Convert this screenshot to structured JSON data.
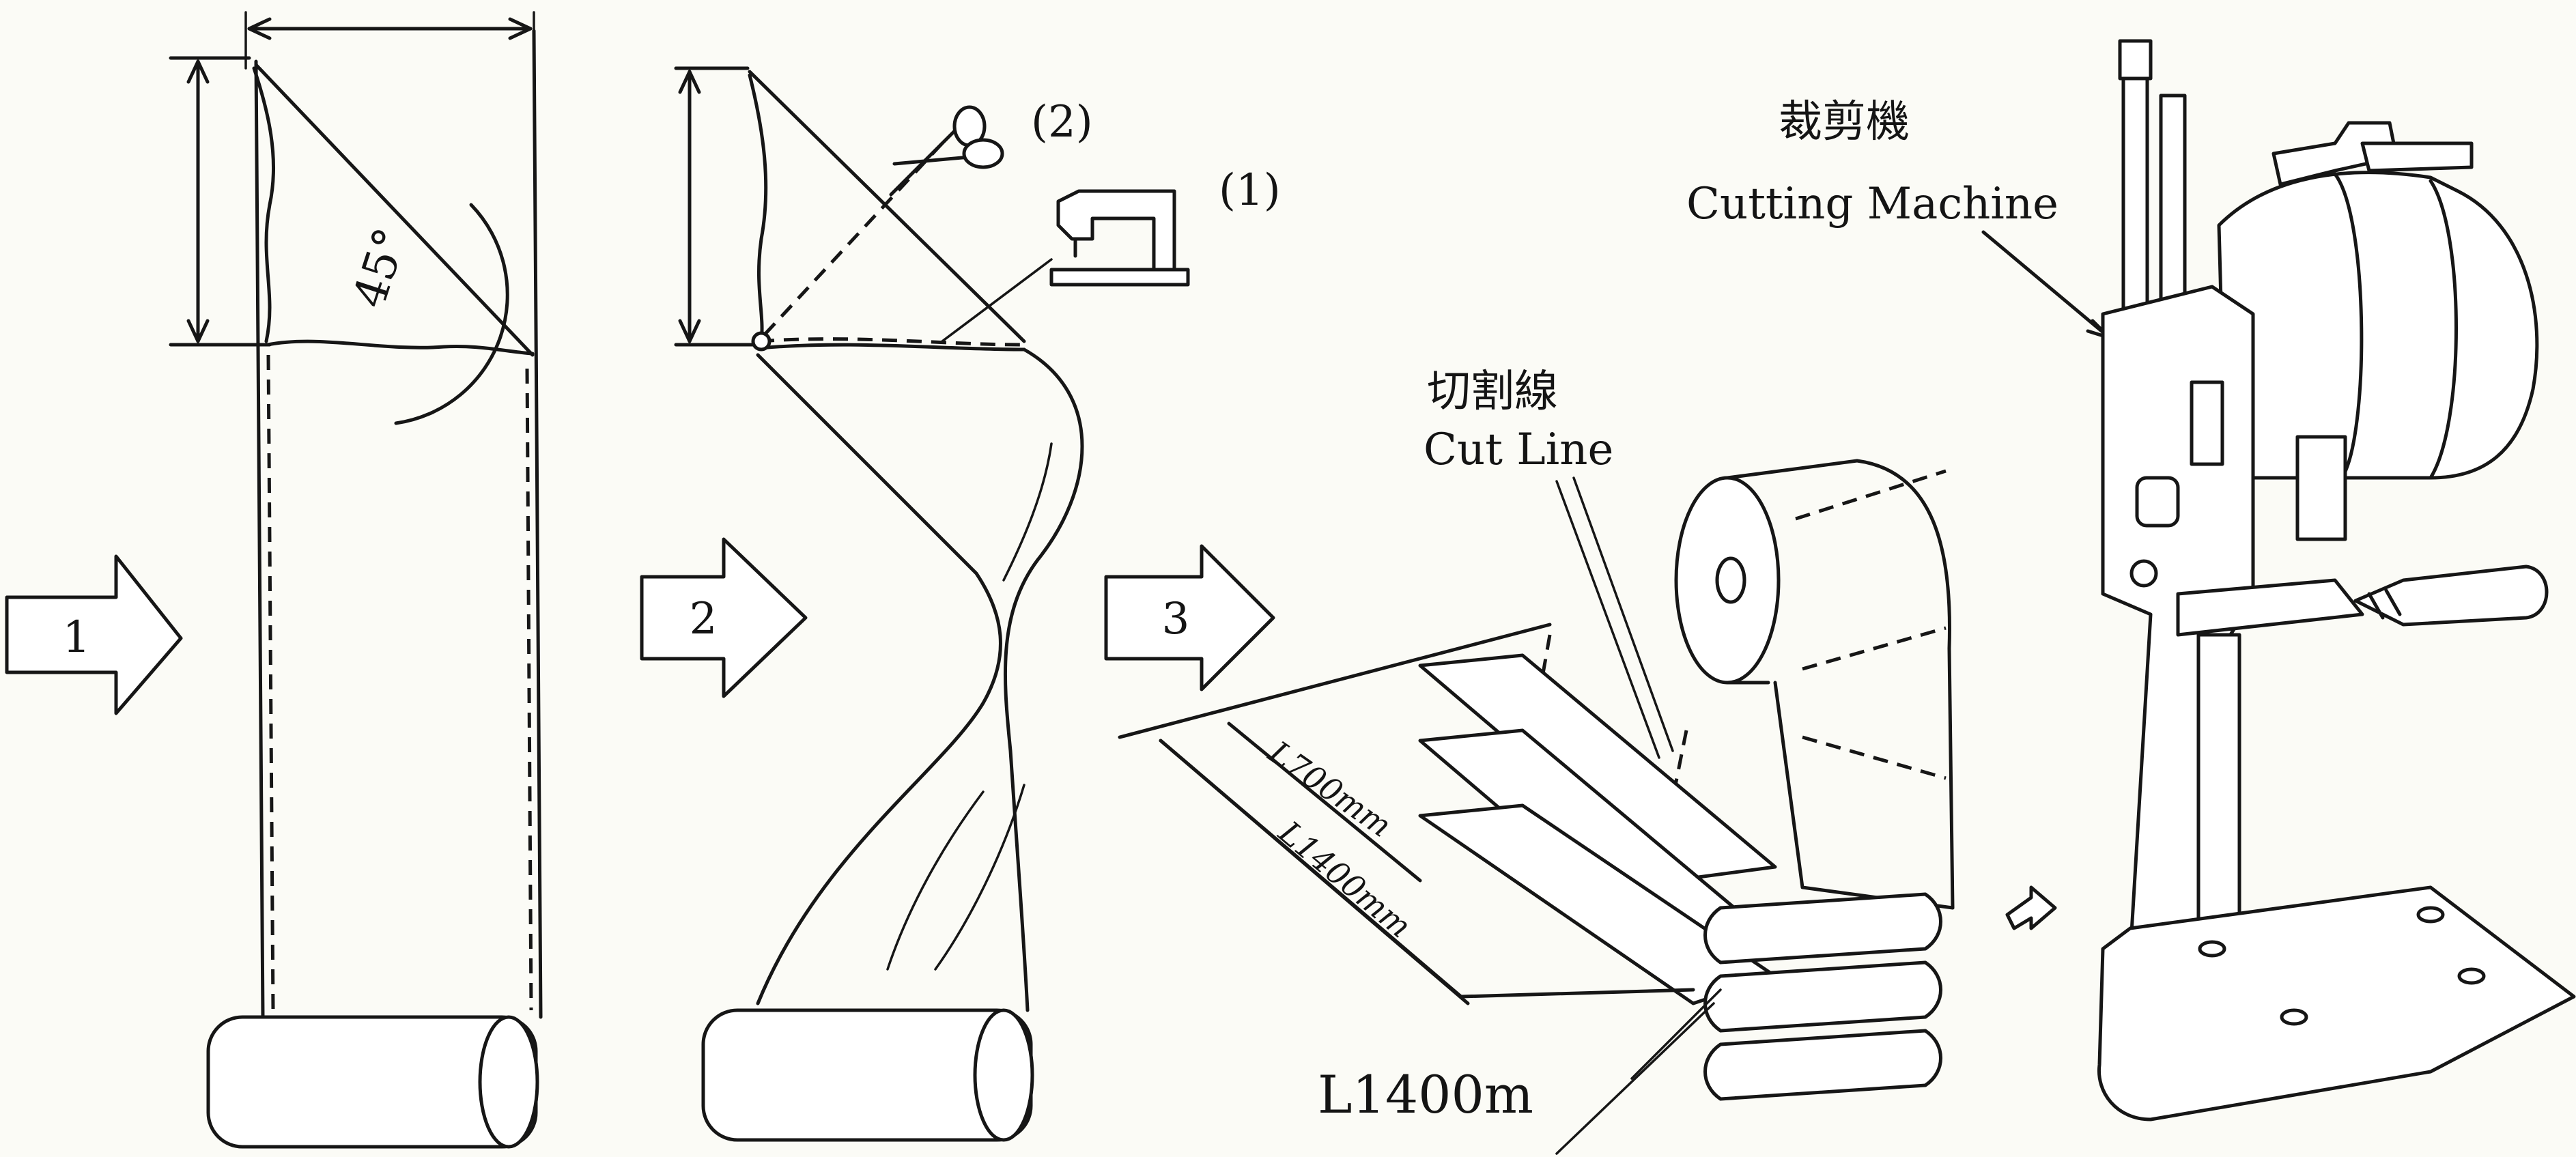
{
  "steps": [
    {
      "number": "1"
    },
    {
      "number": "2"
    },
    {
      "number": "3"
    }
  ],
  "angle_label": "45°",
  "step2_labels": {
    "marker_2": "(2)",
    "marker_1": "(1)"
  },
  "cut_line": {
    "label_zh": "切割線",
    "label_en": "Cut Line"
  },
  "cutting_machine": {
    "label_zh": "裁剪機",
    "label_en": "Cutting Machine"
  },
  "dimensions": {
    "short": "L700mm",
    "long": "L1400mm",
    "bottom": "L1400m"
  },
  "icons": [
    "right-arrow-icon",
    "scissors-icon",
    "sewing-machine-icon",
    "small-arrow-icon"
  ]
}
